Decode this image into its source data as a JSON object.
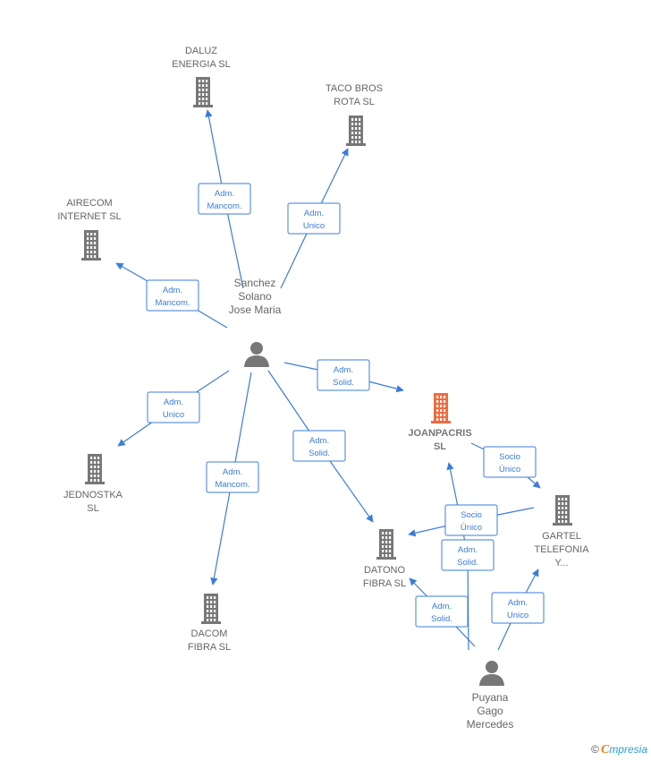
{
  "colors": {
    "edge": "#3b7dd8",
    "company": "#777777",
    "focus_company": "#f26a3d",
    "person": "#777777"
  },
  "nodes": [
    {
      "id": "daluz",
      "type": "company",
      "lines": [
        "DALUZ",
        "ENERGIA  SL"
      ],
      "icon": "building-icon"
    },
    {
      "id": "tacobros",
      "type": "company",
      "lines": [
        "TACO BROS",
        "ROTA  SL"
      ],
      "icon": "building-icon"
    },
    {
      "id": "airecom",
      "type": "company",
      "lines": [
        "AIRECOM",
        "INTERNET  SL"
      ],
      "icon": "building-icon"
    },
    {
      "id": "sanchez",
      "type": "person",
      "lines": [
        "Sanchez",
        "Solano",
        "Jose Maria"
      ],
      "icon": "person-icon"
    },
    {
      "id": "joanpacris",
      "type": "focus",
      "lines": [
        "JOANPACRIS",
        "SL"
      ],
      "icon": "building-icon"
    },
    {
      "id": "jednostka",
      "type": "company",
      "lines": [
        "JEDNOSTKA",
        "SL"
      ],
      "icon": "building-icon"
    },
    {
      "id": "gartel",
      "type": "company",
      "lines": [
        "GARTEL",
        "TELEFONIA",
        "Y..."
      ],
      "icon": "building-icon"
    },
    {
      "id": "datono",
      "type": "company",
      "lines": [
        "DATONO",
        "FIBRA  SL"
      ],
      "icon": "building-icon"
    },
    {
      "id": "dacom",
      "type": "company",
      "lines": [
        "DACOM",
        "FIBRA  SL"
      ],
      "icon": "building-icon"
    },
    {
      "id": "puyana",
      "type": "person",
      "lines": [
        "Puyana",
        "Gago",
        "Mercedes"
      ],
      "icon": "person-icon"
    }
  ],
  "edges": [
    {
      "from": "sanchez",
      "to": "daluz",
      "label": [
        "Adm.",
        "Mancom."
      ]
    },
    {
      "from": "sanchez",
      "to": "tacobros",
      "label": [
        "Adm.",
        "Unico"
      ]
    },
    {
      "from": "sanchez",
      "to": "airecom",
      "label": [
        "Adm.",
        "Mancom."
      ]
    },
    {
      "from": "sanchez",
      "to": "joanpacris",
      "label": [
        "Adm.",
        "Solid."
      ]
    },
    {
      "from": "sanchez",
      "to": "jednostka",
      "label": [
        "Adm.",
        "Unico"
      ]
    },
    {
      "from": "sanchez",
      "to": "dacom",
      "label": [
        "Adm.",
        "Mancom."
      ]
    },
    {
      "from": "sanchez",
      "to": "datono",
      "label": [
        "Adm.",
        "Solid."
      ]
    },
    {
      "from": "joanpacris",
      "to": "gartel",
      "label": [
        "Socio",
        "Único"
      ]
    },
    {
      "from": "gartel",
      "to": "datono",
      "label": [
        "Socio",
        "Único"
      ]
    },
    {
      "from": "puyana",
      "to": "joanpacris",
      "label": [
        "Adm.",
        "Solid."
      ]
    },
    {
      "from": "puyana",
      "to": "datono",
      "label": [
        "Adm.",
        "Solid."
      ]
    },
    {
      "from": "puyana",
      "to": "gartel",
      "label": [
        "Adm.",
        "Unico"
      ]
    }
  ],
  "footer": {
    "copyright": "©",
    "brand_initial": "C",
    "brand_rest": "mpresia"
  }
}
